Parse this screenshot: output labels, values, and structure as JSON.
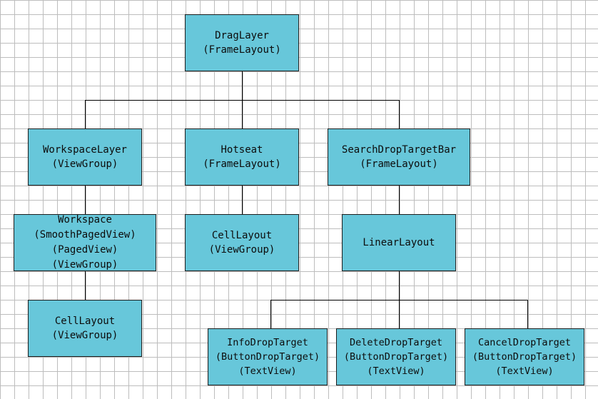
{
  "colors": {
    "node_fill": "#67c7da",
    "node_border": "#1c1c1c",
    "connector": "#000000",
    "grid": "#bdbdbd"
  },
  "nodes": {
    "draglayer": {
      "title": "DragLayer",
      "type": "(FrameLayout)"
    },
    "workspacelayer": {
      "title": "WorkspaceLayer",
      "type": "(ViewGroup)"
    },
    "hotseat": {
      "title": "Hotseat",
      "type": "(FrameLayout)"
    },
    "searchdroptargetbar": {
      "title": "SearchDropTargetBar",
      "type": "(FrameLayout)"
    },
    "workspace": {
      "title": "Workspace",
      "type1": "(SmoothPagedView)",
      "type2": "(PagedView)",
      "type3": "(ViewGroup)"
    },
    "celllayout_hotseat": {
      "title": "CellLayout",
      "type": "(ViewGroup)"
    },
    "linearlayout": {
      "title": "LinearLayout"
    },
    "celllayout_workspace": {
      "title": "CellLayout",
      "type": "(ViewGroup)"
    },
    "infodroptarget": {
      "title": "InfoDropTarget",
      "type1": "(ButtonDropTarget)",
      "type2": "(TextView)"
    },
    "deletedroptarget": {
      "title": "DeleteDropTarget",
      "type1": "(ButtonDropTarget)",
      "type2": "(TextView)"
    },
    "canceldroptarget": {
      "title": "CancelDropTarget",
      "type1": "(ButtonDropTarget)",
      "type2": "(TextView)"
    }
  }
}
